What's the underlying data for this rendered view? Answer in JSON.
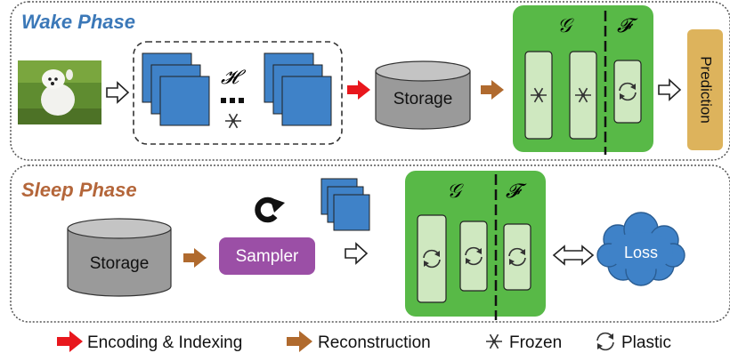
{
  "wake": {
    "title": "Wake Phase",
    "storage": "Storage",
    "prediction": "Prediction",
    "h_symbol": "𝓗",
    "g_symbol": "𝒢",
    "f_symbol": "𝓕"
  },
  "sleep": {
    "title": "Sleep Phase",
    "storage": "Storage",
    "sampler": "Sampler",
    "loss": "Loss",
    "g_symbol": "𝒢",
    "f_symbol": "𝓕"
  },
  "legend": {
    "encoding": "Encoding & Indexing",
    "reconstruction": "Reconstruction",
    "frozen": "Frozen",
    "plastic": "Plastic"
  },
  "colors": {
    "wake_title": "#3b78b8",
    "sleep_title": "#b4663a",
    "green": "#58b947",
    "block": "#cfe8c0",
    "blue": "#3f82c8",
    "red": "#e8171d",
    "brown": "#b06a2e",
    "purple": "#9b4fa6",
    "prediction": "#ddb35c",
    "storage": "#9a9a9a"
  }
}
